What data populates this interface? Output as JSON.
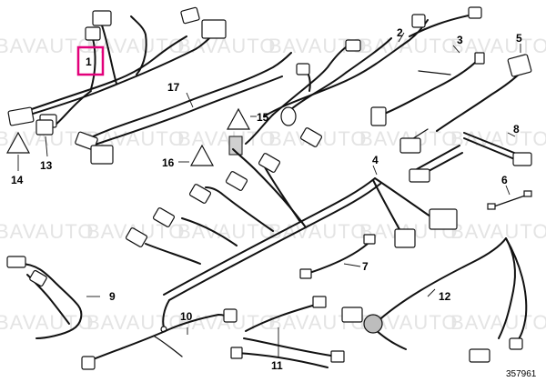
{
  "watermark": "BAVAUTO",
  "part_number": "357961",
  "highlight_color": "#e2007a",
  "callouts": {
    "c1": "1",
    "c2": "2",
    "c3": "3",
    "c4": "4",
    "c5": "5",
    "c6": "6",
    "c7": "7",
    "c8": "8",
    "c9": "9",
    "c10": "10",
    "c11": "11",
    "c12": "12",
    "c13": "13",
    "c14": "14",
    "c15": "15",
    "c16": "16",
    "c17": "17"
  }
}
